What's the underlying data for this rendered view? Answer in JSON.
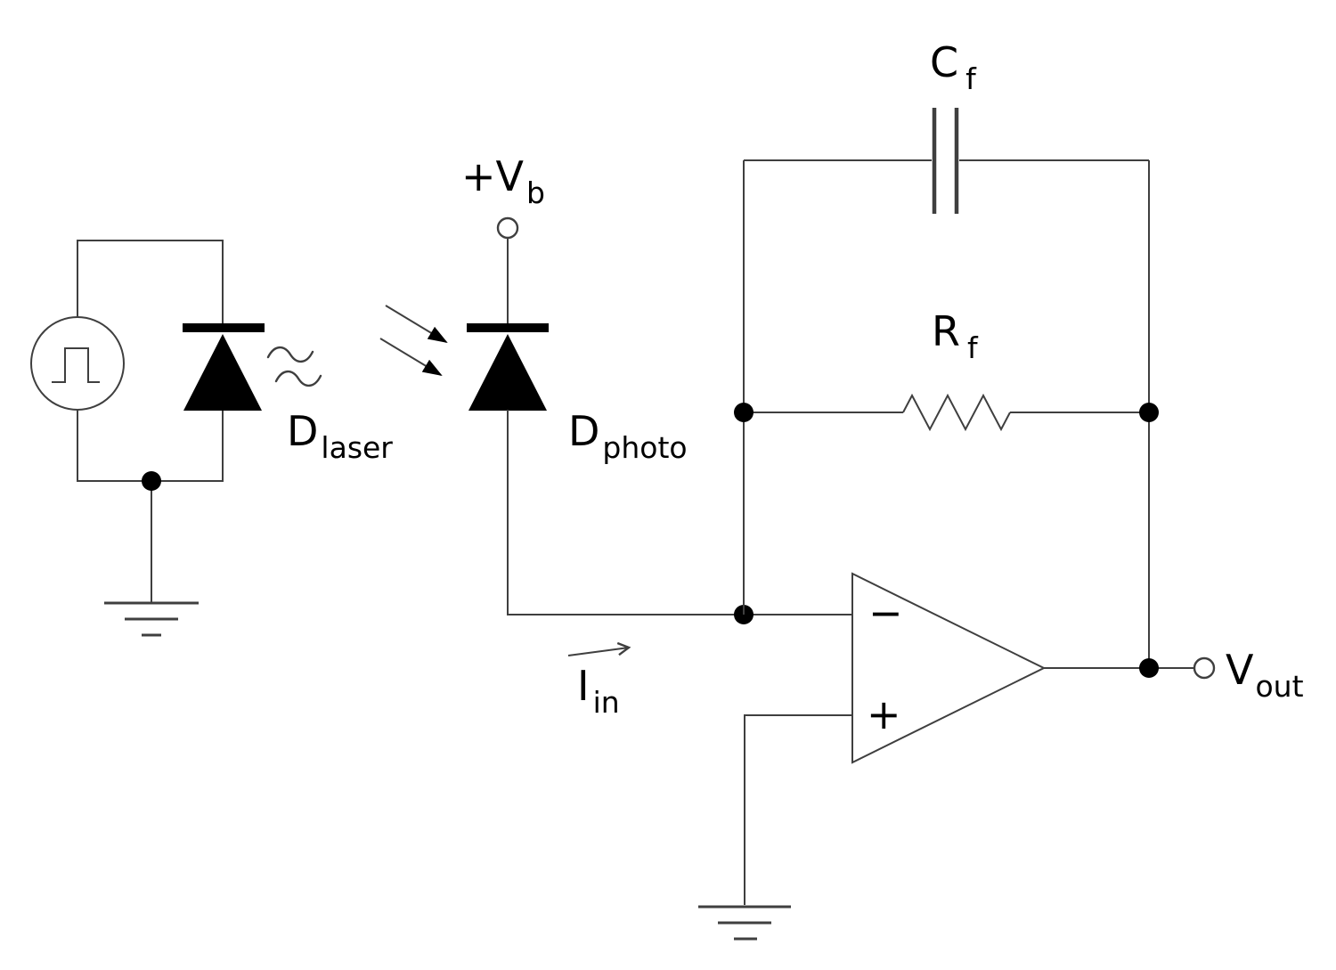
{
  "colors": {
    "background": "#ffffff",
    "wire": "#3f3f3f",
    "component": "#000000"
  },
  "labels": {
    "bias_voltage": {
      "main": "+V",
      "sub": "b"
    },
    "laser_diode": {
      "main": "D",
      "sub": "laser"
    },
    "photodiode": {
      "main": "D",
      "sub": "photo"
    },
    "feedback_capacitor": {
      "main": "C",
      "sub": "f"
    },
    "feedback_resistor": {
      "main": "R",
      "sub": "f"
    },
    "input_current": {
      "main": "I",
      "sub": "in"
    },
    "output_voltage": {
      "main": "V",
      "sub": "out"
    },
    "opamp": {
      "inverting": "−",
      "noninverting": "+"
    }
  }
}
